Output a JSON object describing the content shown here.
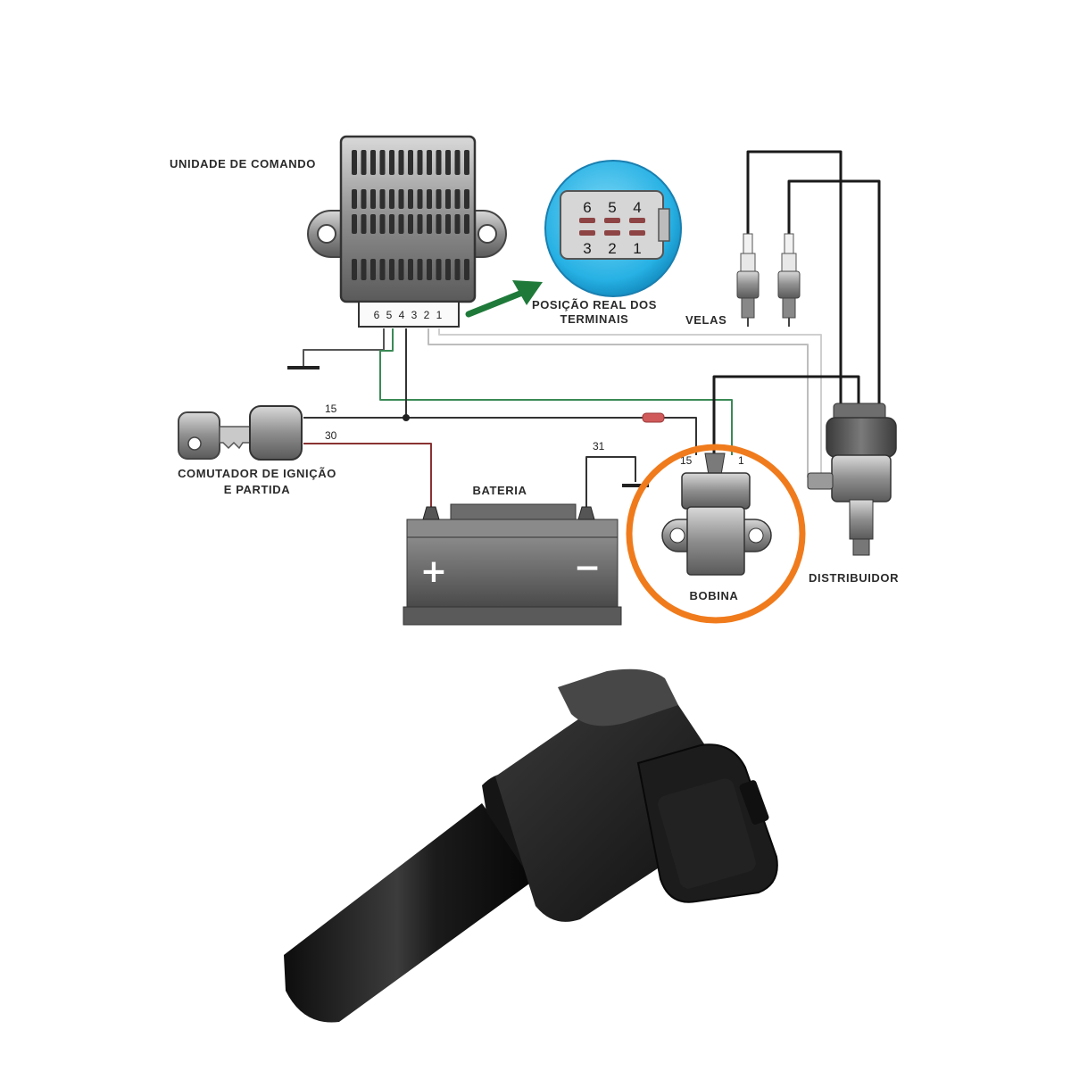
{
  "labels": {
    "control_unit": "UNIDADE DE COMANDO",
    "terminals_position_line1": "POSIÇÃO REAL DOS",
    "terminals_position_line2": "TERMINAIS",
    "spark_plugs": "VELAS",
    "ignition_switch_line1": "COMUTADOR DE IGNIÇÃO",
    "ignition_switch_line2": "E PARTIDA",
    "battery": "BATERIA",
    "coil": "BOBINA",
    "distributor": "DISTRIBUIDOR"
  },
  "control_unit_terminals": "6 5 4 3 2 1",
  "connector_pins_top": [
    "6",
    "5",
    "4"
  ],
  "connector_pins_bottom": [
    "3",
    "2",
    "1"
  ],
  "wire_numbers": {
    "switch_15": "15",
    "switch_30": "30",
    "battery_31": "31",
    "coil_15": "15",
    "coil_1": "1"
  },
  "battery_signs": {
    "positive": "+",
    "negative": "−"
  },
  "colors": {
    "highlight_circle": "#f07b1c",
    "arrow": "#1f7a3a",
    "connector_bubble": "#28b4e6"
  }
}
